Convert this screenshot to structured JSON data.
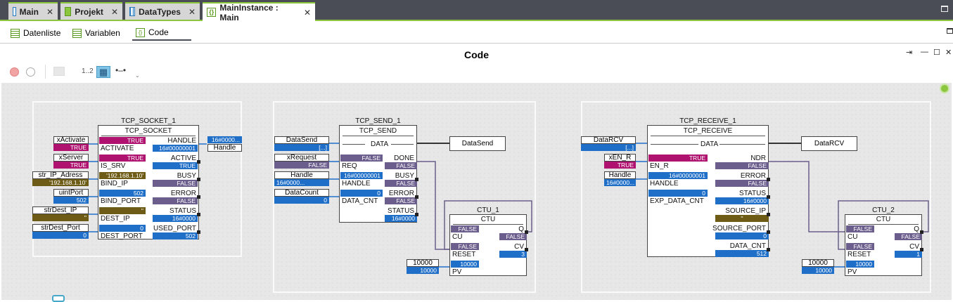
{
  "tabs": [
    {
      "label": "Main",
      "icon": "window-icon"
    },
    {
      "label": "Projekt",
      "icon": "project-icon"
    },
    {
      "label": "DataTypes",
      "icon": "table-icon"
    },
    {
      "label": "MainInstance : Main",
      "icon": "code-braces-icon",
      "active": true
    }
  ],
  "close_glyph": "✕",
  "subtabs": [
    {
      "label": "Datenliste"
    },
    {
      "label": "Variablen"
    },
    {
      "label": "Code",
      "active": true
    }
  ],
  "code_title": "Code",
  "toolbar": {
    "line_numbers": "1..2"
  },
  "colors": {
    "magenta": "#b0126f",
    "purple": "#6b5e8c",
    "blue": "#1f6fc9",
    "olive": "#6e5c16",
    "accent": "#8cc63f"
  },
  "socket": {
    "instance": "TCP_SOCKET_1",
    "type": "TCP_SOCKET",
    "inputs": [
      {
        "name": "ACTIVATE",
        "value": "TRUE",
        "var": "xActivate",
        "var_value": "TRUE"
      },
      {
        "name": "IS_SRV",
        "value": "TRUE",
        "var": "xServer",
        "var_value": "TRUE"
      },
      {
        "name": "BIND_IP",
        "value": "'192.168.1.10'",
        "var": "str_IP_Adress",
        "var_value": "'192.168.1.10'"
      },
      {
        "name": "BIND_PORT",
        "value": "502",
        "var": "uintPort",
        "var_value": "502"
      },
      {
        "name": "DEST_IP",
        "value": "''",
        "var": "strDest_IP",
        "var_value": "''"
      },
      {
        "name": "DEST_PORT",
        "value": "0",
        "var": "strDest_Port",
        "var_value": "0"
      }
    ],
    "outputs": [
      {
        "name": "HANDLE",
        "value": "16#00000001"
      },
      {
        "name": "ACTIVE",
        "value": "TRUE"
      },
      {
        "name": "BUSY",
        "value": "FALSE"
      },
      {
        "name": "ERROR",
        "value": "FALSE"
      },
      {
        "name": "STATUS",
        "value": "16#0000"
      },
      {
        "name": "USED_PORT",
        "value": "502"
      }
    ],
    "handle_out": {
      "value": "16#0000...",
      "var": "Handle"
    }
  },
  "send": {
    "instance": "TCP_SEND_1",
    "type": "TCP_SEND",
    "data_label": "DATA",
    "data_var": "DataSend",
    "data_var_value": "[...]",
    "data_out": "DataSend",
    "inputs": [
      {
        "name": "REQ",
        "value": "FALSE",
        "var": "xRequest",
        "var_value": "FALSE"
      },
      {
        "name": "HANDLE",
        "value": "16#00000001",
        "var": "Handle",
        "var_value": "16#0000..."
      },
      {
        "name": "DATA_CNT",
        "value": "0",
        "var": "DataCount",
        "var_value": "0"
      }
    ],
    "outputs": [
      {
        "name": "DONE",
        "value": "FALSE"
      },
      {
        "name": "BUSY",
        "value": "FALSE"
      },
      {
        "name": "ERROR",
        "value": "FALSE"
      },
      {
        "name": "STATUS",
        "value": "16#0000"
      }
    ]
  },
  "ctu1": {
    "instance": "CTU_1",
    "type": "CTU",
    "cu": "CU",
    "cu_val": "FALSE",
    "reset": "RESET",
    "reset_val": "FALSE",
    "pv": "PV",
    "pv_val": "10000",
    "pv_var": "10000",
    "pv_var_val": "10000",
    "q": "Q",
    "q_val": "FALSE",
    "cv": "CV",
    "cv_val": "3"
  },
  "receive": {
    "instance": "TCP_RECEIVE_1",
    "type": "TCP_RECEIVE",
    "data_label": "DATA",
    "data_var": "DataRCV",
    "data_var_value": "[...]",
    "data_out": "DataRCV",
    "inputs": [
      {
        "name": "EN_R",
        "value": "TRUE",
        "var": "xEN_R",
        "var_value": "TRUE"
      },
      {
        "name": "HANDLE",
        "value": "16#00000001",
        "var": "Handle",
        "var_value": "16#0000..."
      },
      {
        "name": "EXP_DATA_CNT",
        "value": "0"
      }
    ],
    "outputs": [
      {
        "name": "NDR",
        "value": "FALSE"
      },
      {
        "name": "ERROR",
        "value": "FALSE"
      },
      {
        "name": "STATUS",
        "value": "16#0000"
      },
      {
        "name": "SOURCE_IP",
        "value": "''"
      },
      {
        "name": "SOURCE_PORT",
        "value": "0"
      },
      {
        "name": "DATA_CNT",
        "value": "512"
      }
    ]
  },
  "ctu2": {
    "instance": "CTU_2",
    "type": "CTU",
    "cu": "CU",
    "cu_val": "FALSE",
    "reset": "RESET",
    "reset_val": "FALSE",
    "pv": "PV",
    "pv_val": "10000",
    "pv_var": "10000",
    "pv_var_val": "10000",
    "q": "Q",
    "q_val": "FALSE",
    "cv": "CV",
    "cv_val": "1"
  }
}
